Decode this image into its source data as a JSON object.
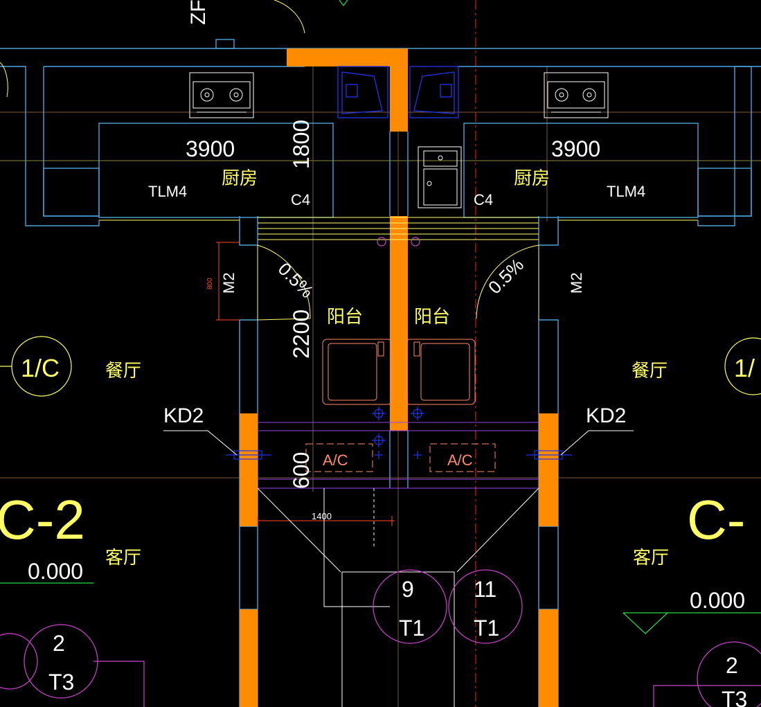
{
  "colors": {
    "background": "#000000",
    "wall_fill": "#ff8c00",
    "wall_line": "#4aa3d8",
    "text_primary": "#ffff66",
    "text_white": "#ffffff",
    "dim_red": "#ff4a2a",
    "magenta": "#cc44cc",
    "blue": "#2233ee",
    "green": "#22dd44",
    "grid_tan": "#7a5a40",
    "red_axis": "#ff2020"
  },
  "labels": {
    "top_partial": "ZF",
    "dim_3900_left": "3900",
    "dim_3900_right": "3900",
    "dim_1800": "1800",
    "kitchen_left": "厨房",
    "kitchen_right": "厨房",
    "tlm4_left": "TLM4",
    "tlm4_right": "TLM4",
    "c4_left": "C4",
    "c4_right": "C4",
    "m2_left": "M2",
    "m2_right": "M2",
    "dim_800": "800",
    "slope_left": "0.5%",
    "slope_right": "0.5%",
    "dim_2200": "2200",
    "balcony_left": "阳台",
    "balcony_right": "阳台",
    "dining_left": "餐厅",
    "dining_right": "餐厅",
    "axis_1c_left": "1/C",
    "axis_1c_right": "1/",
    "kd2_left": "KD2",
    "kd2_right": "KD2",
    "ac_left": "A/C",
    "ac_right": "A/C",
    "dim_600": "600",
    "dim_1400": "1400",
    "axis_c2_left": "C-2",
    "axis_c_right": "C-",
    "living_left": "客厅",
    "living_right": "客厅",
    "elev_left": "0.000",
    "elev_right": "0.000",
    "tag_9_num": "9",
    "tag_9_type": "T1",
    "tag_11_num": "11",
    "tag_11_type": "T1",
    "tag_2_left_num": "2",
    "tag_2_left_type": "T3",
    "tag_2_right_num": "2",
    "tag_2_right_type": "T3"
  }
}
